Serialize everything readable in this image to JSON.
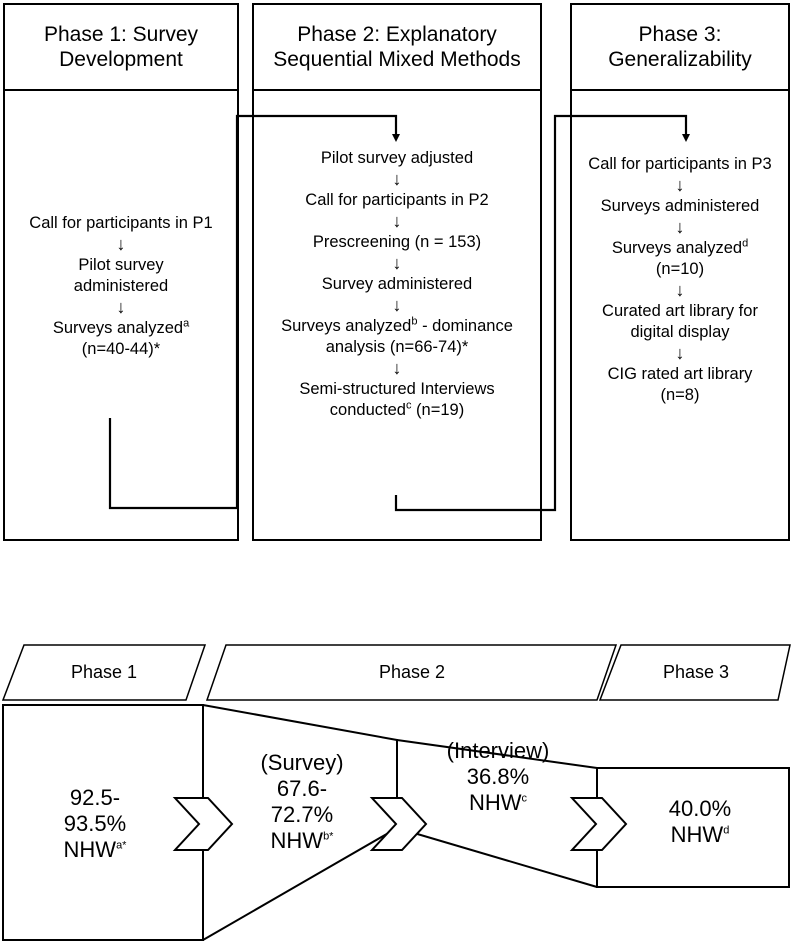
{
  "phase1": {
    "title": "Phase 1: Survey Development",
    "steps": [
      {
        "text": "Call for participants in P1"
      },
      {
        "text": "Pilot survey administered"
      },
      {
        "text": "Surveys analyzed",
        "sup": "a",
        "text2": "(n=40-44)*"
      }
    ]
  },
  "phase2": {
    "title": "Phase 2: Explanatory Sequential Mixed Methods",
    "steps": [
      {
        "text": "Pilot survey adjusted"
      },
      {
        "text": "Call for participants in P2"
      },
      {
        "text": "Prescreening (n = 153)"
      },
      {
        "text": "Survey administered"
      },
      {
        "text": "Surveys analyzed",
        "sup": "b",
        "text2": " - dominance analysis (n=66-74)*"
      },
      {
        "text": "Semi-structured Interviews conducted",
        "sup": "c",
        "text2": " (n=19)"
      }
    ]
  },
  "phase3": {
    "title": "Phase 3: Generalizability",
    "steps": [
      {
        "text": "Call for participants in P3"
      },
      {
        "text": "Surveys administered"
      },
      {
        "text": "Surveys analyzed",
        "sup": "d",
        "text2": "(n=10)"
      },
      {
        "text": "Curated art library for digital display"
      },
      {
        "text": "CIG rated art library (n=8)"
      }
    ]
  },
  "arrow_glyph": "↓",
  "banner": {
    "phase1": "Phase 1",
    "phase2": "Phase 2",
    "phase3": "Phase 3"
  },
  "percentages": {
    "p1": {
      "line1": "92.5-",
      "line2": "93.5%",
      "line3": "NHW",
      "sup": "a*"
    },
    "p2_survey": {
      "line0": "(Survey)",
      "line1": "67.6-",
      "line2": "72.7%",
      "line3": "NHW",
      "sup": "b*"
    },
    "p2_interview": {
      "line0": "(Interview)",
      "line1": "36.8%",
      "line2": "NHW",
      "sup": "c"
    },
    "p3": {
      "line1": "40.0%",
      "line2": "NHW",
      "sup": "d"
    }
  }
}
